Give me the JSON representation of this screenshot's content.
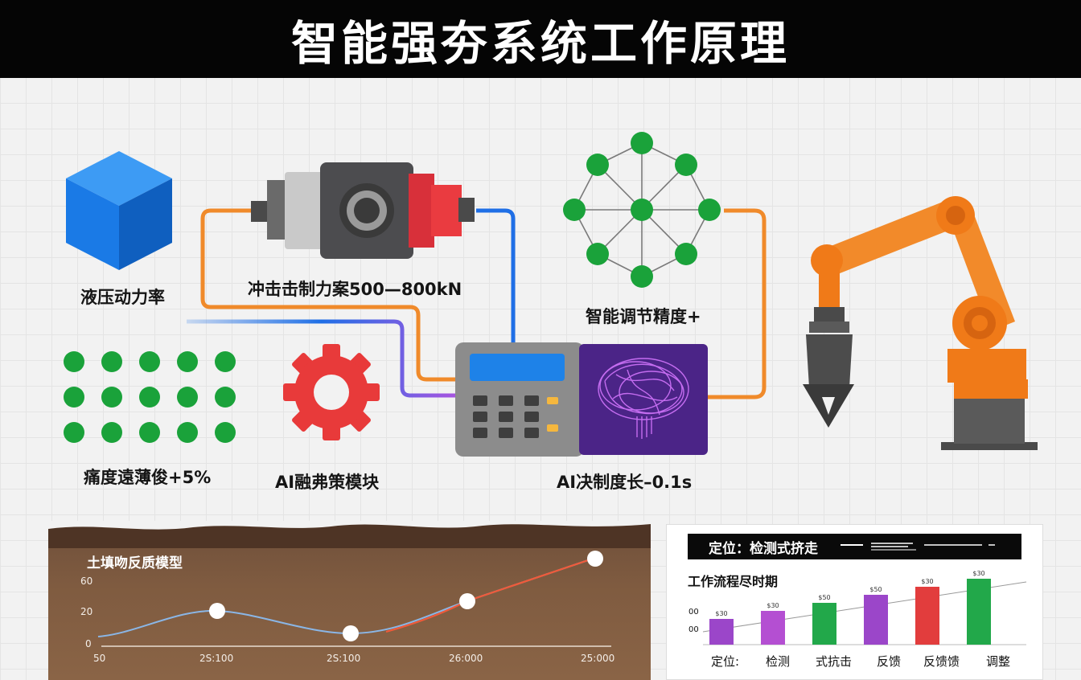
{
  "header": {
    "title": "智能强夯系统工作原理"
  },
  "labels": {
    "hydraulic": "液压动力率",
    "impact": "冲击击制力案500—800kN",
    "precision": "智能调节精度+",
    "dots_stat": "痛度遠薄俊+5%",
    "ai_module": "AI融弗策模块",
    "ai_response": "AI决制度长–0.1s"
  },
  "soil_panel": {
    "title": "土填吻反质模型",
    "y_ticks": [
      "60",
      "20",
      "0"
    ],
    "x_ticks": [
      "50",
      "2S:100",
      "2S:100",
      "26:000",
      "25:000"
    ]
  },
  "flow_panel": {
    "header": "定位：检测式挤走",
    "subtitle": "工作流程尽时期",
    "y_ticks": [
      "00",
      "00"
    ],
    "categories": [
      "定位:",
      "检测",
      "式抗击",
      "反馈",
      "反馈馈",
      "调整"
    ],
    "bar_labels": [
      "$30",
      "$30",
      "$50",
      "$50",
      "$30",
      "$30"
    ],
    "bar_colors": [
      "#9b46c9",
      "#b44fd2",
      "#22a84a",
      "#9b46c9",
      "#e23d3d",
      "#22a84a"
    ]
  },
  "colors": {
    "orange": "#f08a2a",
    "blue": "#1f6fe6",
    "purple": "#a755e0",
    "green": "#1aa23a",
    "red": "#e33b3b",
    "robot": "#f07a18"
  }
}
